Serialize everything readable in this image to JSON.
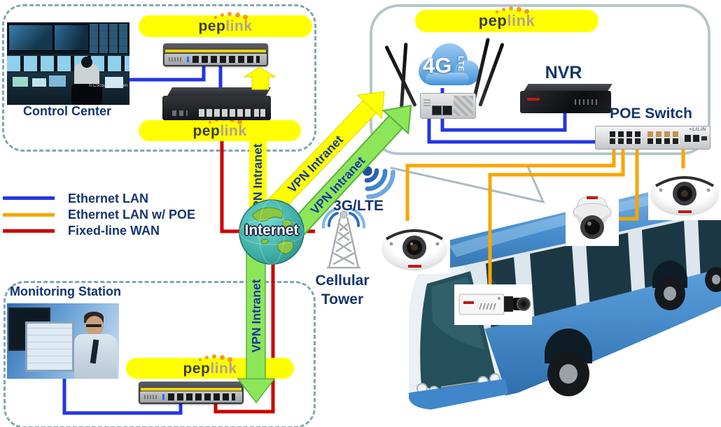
{
  "brand": {
    "pep": "pep",
    "link": "link"
  },
  "legend": {
    "items": [
      {
        "label": "Ethernet LAN",
        "color": "#2336E4"
      },
      {
        "label": "Ethernet LAN w/ POE",
        "color": "#F7A600"
      },
      {
        "label": "Fixed-line WAN",
        "color": "#CF0000"
      }
    ]
  },
  "labels": {
    "control_center": "Control Center",
    "monitoring_station": "Monitoring Station",
    "internet": "Internet",
    "vpn_intranet": "VPN Intranet",
    "cellular_tech": "3G/LTE",
    "cellular_line1": "Cellular",
    "cellular_line2": "Tower",
    "nvr": "NVR",
    "poe_switch": "POE Switch",
    "cloud_4g": "4G",
    "cloud_4g_sub": "LTE",
    "switch_brand": "+LILIN",
    "photo_credit": "© CScoutJapan.com"
  },
  "colors": {
    "banner_yellow": "#FFFF00",
    "vpn_arrow_yellow": "#FFFF00",
    "vpn_arrow_green": "#8DE55A",
    "ethernet_lan": "#2336E4",
    "ethernet_lan_poe": "#F7A600",
    "fixed_line_wan": "#CF0000",
    "label_navy": "#15356E",
    "vpn_text_navy": "#16379E"
  }
}
